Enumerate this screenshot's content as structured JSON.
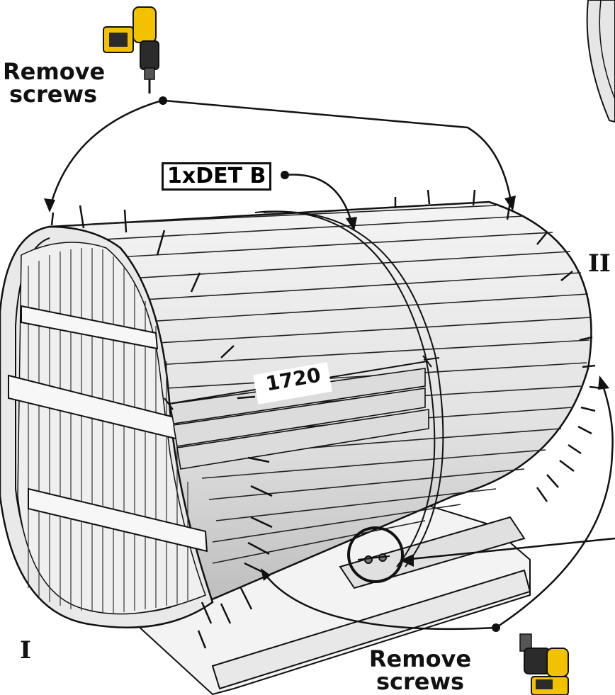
{
  "labels": {
    "remove_top": [
      "Remove",
      "screws"
    ],
    "remove_bottom": [
      "Remove",
      "screws"
    ],
    "part_callout": "1xDET B",
    "dimension": "1720",
    "view_left": "I",
    "view_right": "II"
  },
  "colors": {
    "drill_yellow": "#f2c200",
    "drill_dark": "#2b2b2b",
    "wood_light": "#ededed",
    "wood_mid": "#d6d6d6",
    "wood_dark": "#a8a8a8",
    "line": "#111111"
  },
  "icons": [
    "power-drill-icon",
    "power-drill-icon"
  ]
}
